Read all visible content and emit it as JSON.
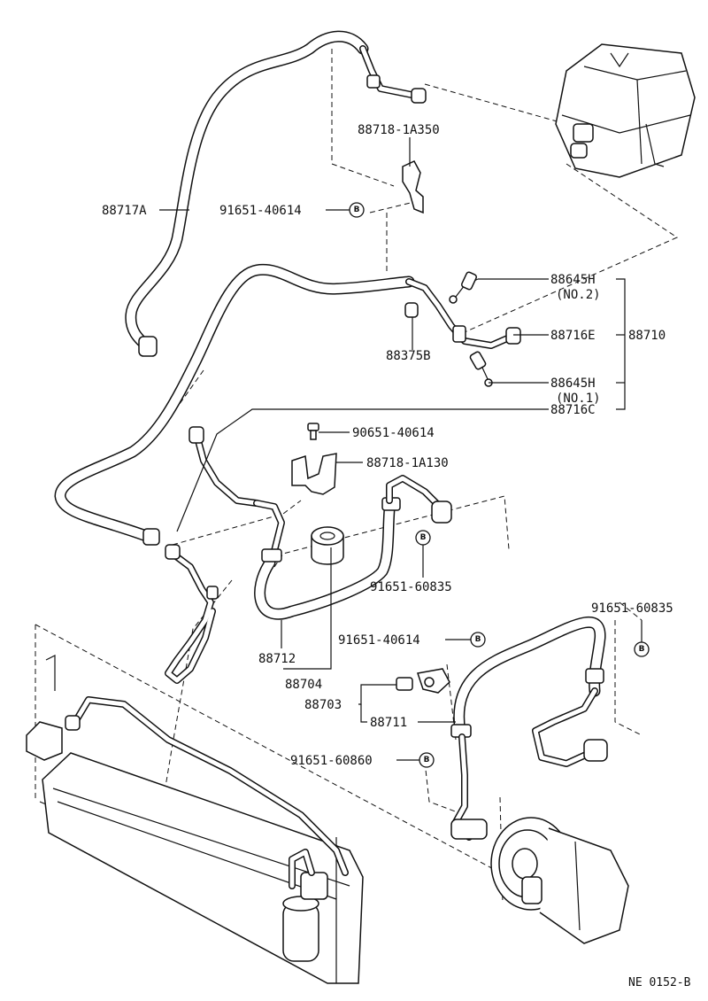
{
  "labels": {
    "p88718_1a350": "88718-1A350",
    "p88717a": "88717A",
    "p91651_40614_top": "91651-40614",
    "p88645h_no2": "88645H",
    "no2": "(NO.2)",
    "p88716e": "88716E",
    "p88710": "88710",
    "p88375b": "88375B",
    "p88645h_no1": "88645H",
    "no1": "(NO.1)",
    "p88716c": "88716C",
    "p90651_40614": "90651-40614",
    "p88718_1a130": "88718-1A130",
    "p91651_60835_mid": "91651-60835",
    "p91651_60835_right": "91651-60835",
    "p91651_40614_mid": "91651-40614",
    "p88712": "88712",
    "p88704": "88704",
    "p88703": "88703",
    "p88711": "88711",
    "p91651_60860": "91651-60860"
  },
  "bolt_mark": "B",
  "footer": {
    "code": "NE 0152-B"
  }
}
